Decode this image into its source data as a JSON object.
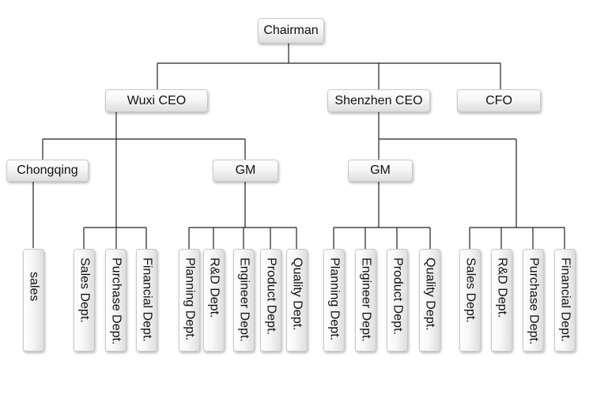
{
  "chairman": "Chairman",
  "wuxi_ceo": "Wuxi CEO",
  "shenzhen_ceo": "Shenzhen CEO",
  "cfo": "CFO",
  "chongqing": "Chongqing",
  "gm_wuxi": "GM",
  "gm_shenzhen": "GM",
  "chongqing_depts": [
    "sales"
  ],
  "wuxi_depts": [
    "Sales Dept.",
    "Purchase Dept.",
    "Financial Dept."
  ],
  "wuxi_gm_depts": [
    "Planning Dept.",
    "R&D Dept.",
    "Engineer Dept.",
    "Product Dept.",
    "Quality Dept."
  ],
  "shenzhen_gm_depts": [
    "Planning Dept.",
    "Engineer Dept.",
    "Product Dept.",
    "Quality Dept."
  ],
  "shenzhen_depts": [
    "Sales Dept.",
    "R&D Dept.",
    "Purchase Dept.",
    "Financial Dept."
  ]
}
